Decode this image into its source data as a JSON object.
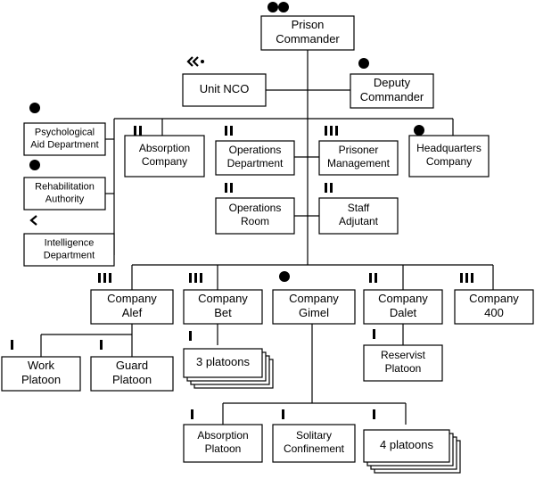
{
  "units": {
    "commander": {
      "lines": [
        "Prison",
        "Commander"
      ]
    },
    "unit_nco": {
      "lines": [
        "Unit NCO"
      ]
    },
    "deputy": {
      "lines": [
        "Deputy",
        "Commander"
      ]
    },
    "psych": {
      "lines": [
        "Psychological",
        "Aid Department"
      ]
    },
    "rehab": {
      "lines": [
        "Rehabilitation",
        "Authority"
      ]
    },
    "intel": {
      "lines": [
        "Intelligence",
        "Department"
      ]
    },
    "absorption_co": {
      "lines": [
        "Absorption",
        "Company"
      ]
    },
    "operations_dept": {
      "lines": [
        "Operations",
        "Department"
      ]
    },
    "prisoner_mgmt": {
      "lines": [
        "Prisoner",
        "Management"
      ]
    },
    "hq_company": {
      "lines": [
        "Headquarters",
        "Company"
      ]
    },
    "ops_room": {
      "lines": [
        "Operations",
        "Room"
      ]
    },
    "staff_adjutant": {
      "lines": [
        "Staff",
        "Adjutant"
      ]
    },
    "co_alef": {
      "lines": [
        "Company",
        "Alef"
      ]
    },
    "co_bet": {
      "lines": [
        "Company",
        "Bet"
      ]
    },
    "co_gimel": {
      "lines": [
        "Company",
        "Gimel"
      ]
    },
    "co_dalet": {
      "lines": [
        "Company",
        "Dalet"
      ]
    },
    "co_400": {
      "lines": [
        "Company",
        "400"
      ]
    },
    "work_platoon": {
      "lines": [
        "Work",
        "Platoon"
      ]
    },
    "guard_platoon": {
      "lines": [
        "Guard",
        "Platoon"
      ]
    },
    "three_platoons": {
      "lines": [
        "3 platoons"
      ]
    },
    "reservist": {
      "lines": [
        "Reservist",
        "Platoon"
      ]
    },
    "absorption_pl": {
      "lines": [
        "Absorption",
        "Platoon"
      ]
    },
    "solitary": {
      "lines": [
        "Solitary",
        "Confinement"
      ]
    },
    "four_platoons": {
      "lines": [
        "4 platoons"
      ]
    }
  }
}
